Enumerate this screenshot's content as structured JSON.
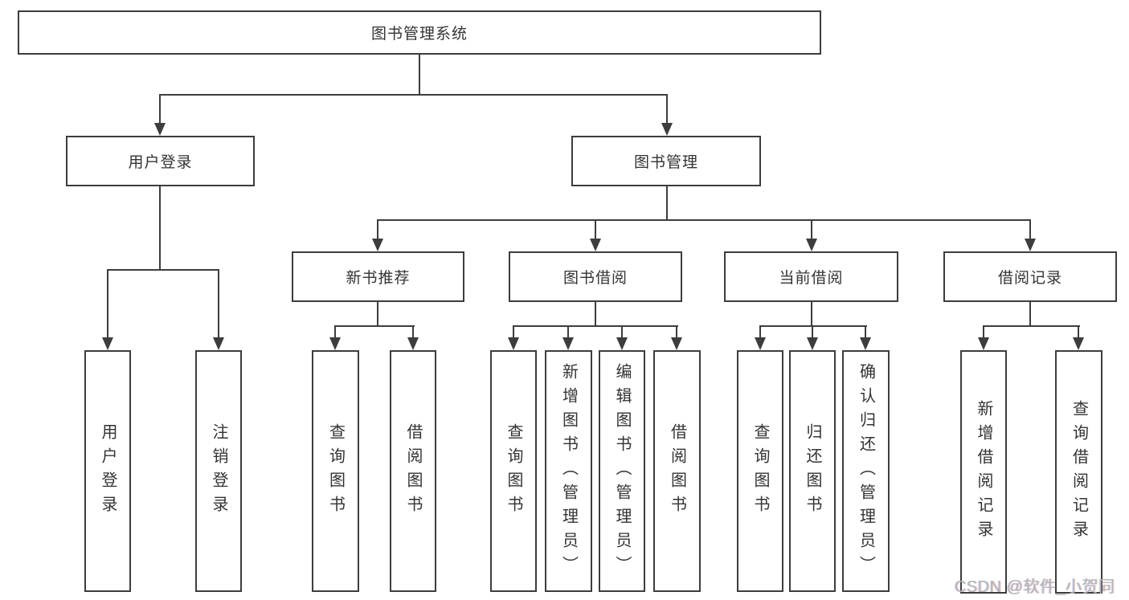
{
  "diagram": {
    "root": {
      "label": "图书管理系统"
    },
    "level2": [
      {
        "label": "用户登录"
      },
      {
        "label": "图书管理"
      }
    ],
    "level3": [
      {
        "label": "新书推荐"
      },
      {
        "label": "图书借阅"
      },
      {
        "label": "当前借阅"
      },
      {
        "label": "借阅记录"
      }
    ],
    "leaves": {
      "user_login": [
        "用户登录",
        "注销登录"
      ],
      "new_book": [
        "查询图书",
        "借阅图书"
      ],
      "borrow": [
        "查询图书",
        "新增图书（管理员）",
        "编辑图书（管理员）",
        "借阅图书"
      ],
      "current": [
        "查询图书",
        "归还图书",
        "确认归还（管理员）"
      ],
      "records": [
        "新增借阅记录",
        "查询借阅记录"
      ]
    }
  },
  "watermark": "CSDN @软件_小贺同学",
  "colors": {
    "line": "#3d3d3d",
    "background": "#ffffff",
    "watermark": "#b5b5b5"
  }
}
